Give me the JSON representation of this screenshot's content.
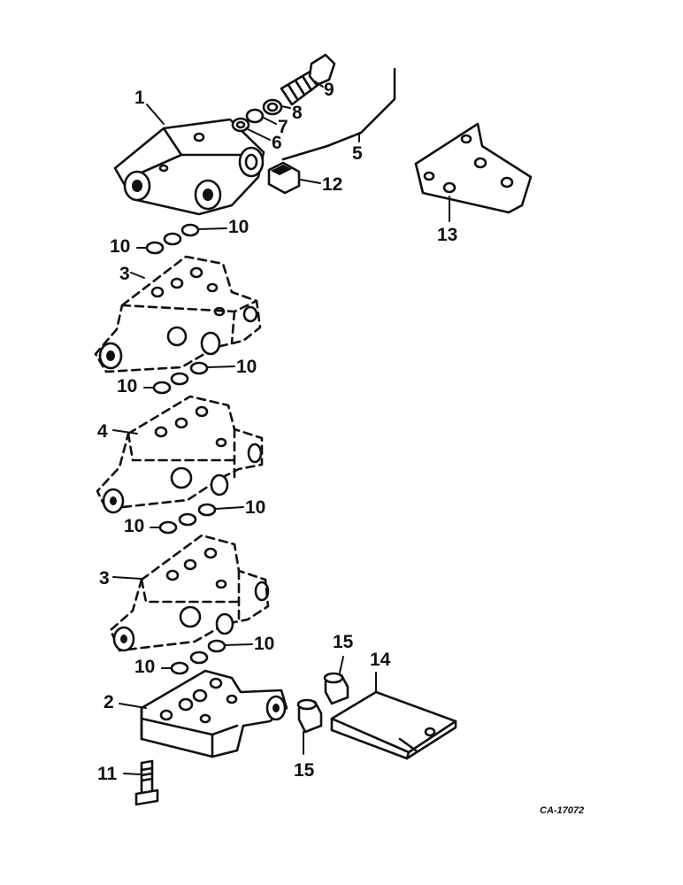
{
  "callouts": {
    "c1": "1",
    "c2": "2",
    "c3a": "3",
    "c3b": "3",
    "c4": "4",
    "c5": "5",
    "c6": "6",
    "c7": "7",
    "c8": "8",
    "c9": "9",
    "c10a": "10",
    "c10b": "10",
    "c10c": "10",
    "c10d": "10",
    "c10e": "10",
    "c10f": "10",
    "c10g": "10",
    "c10h": "10",
    "c11": "11",
    "c12": "12",
    "c13": "13",
    "c14": "14",
    "c15a": "15",
    "c15b": "15"
  },
  "drawing_code": "CA-17072"
}
